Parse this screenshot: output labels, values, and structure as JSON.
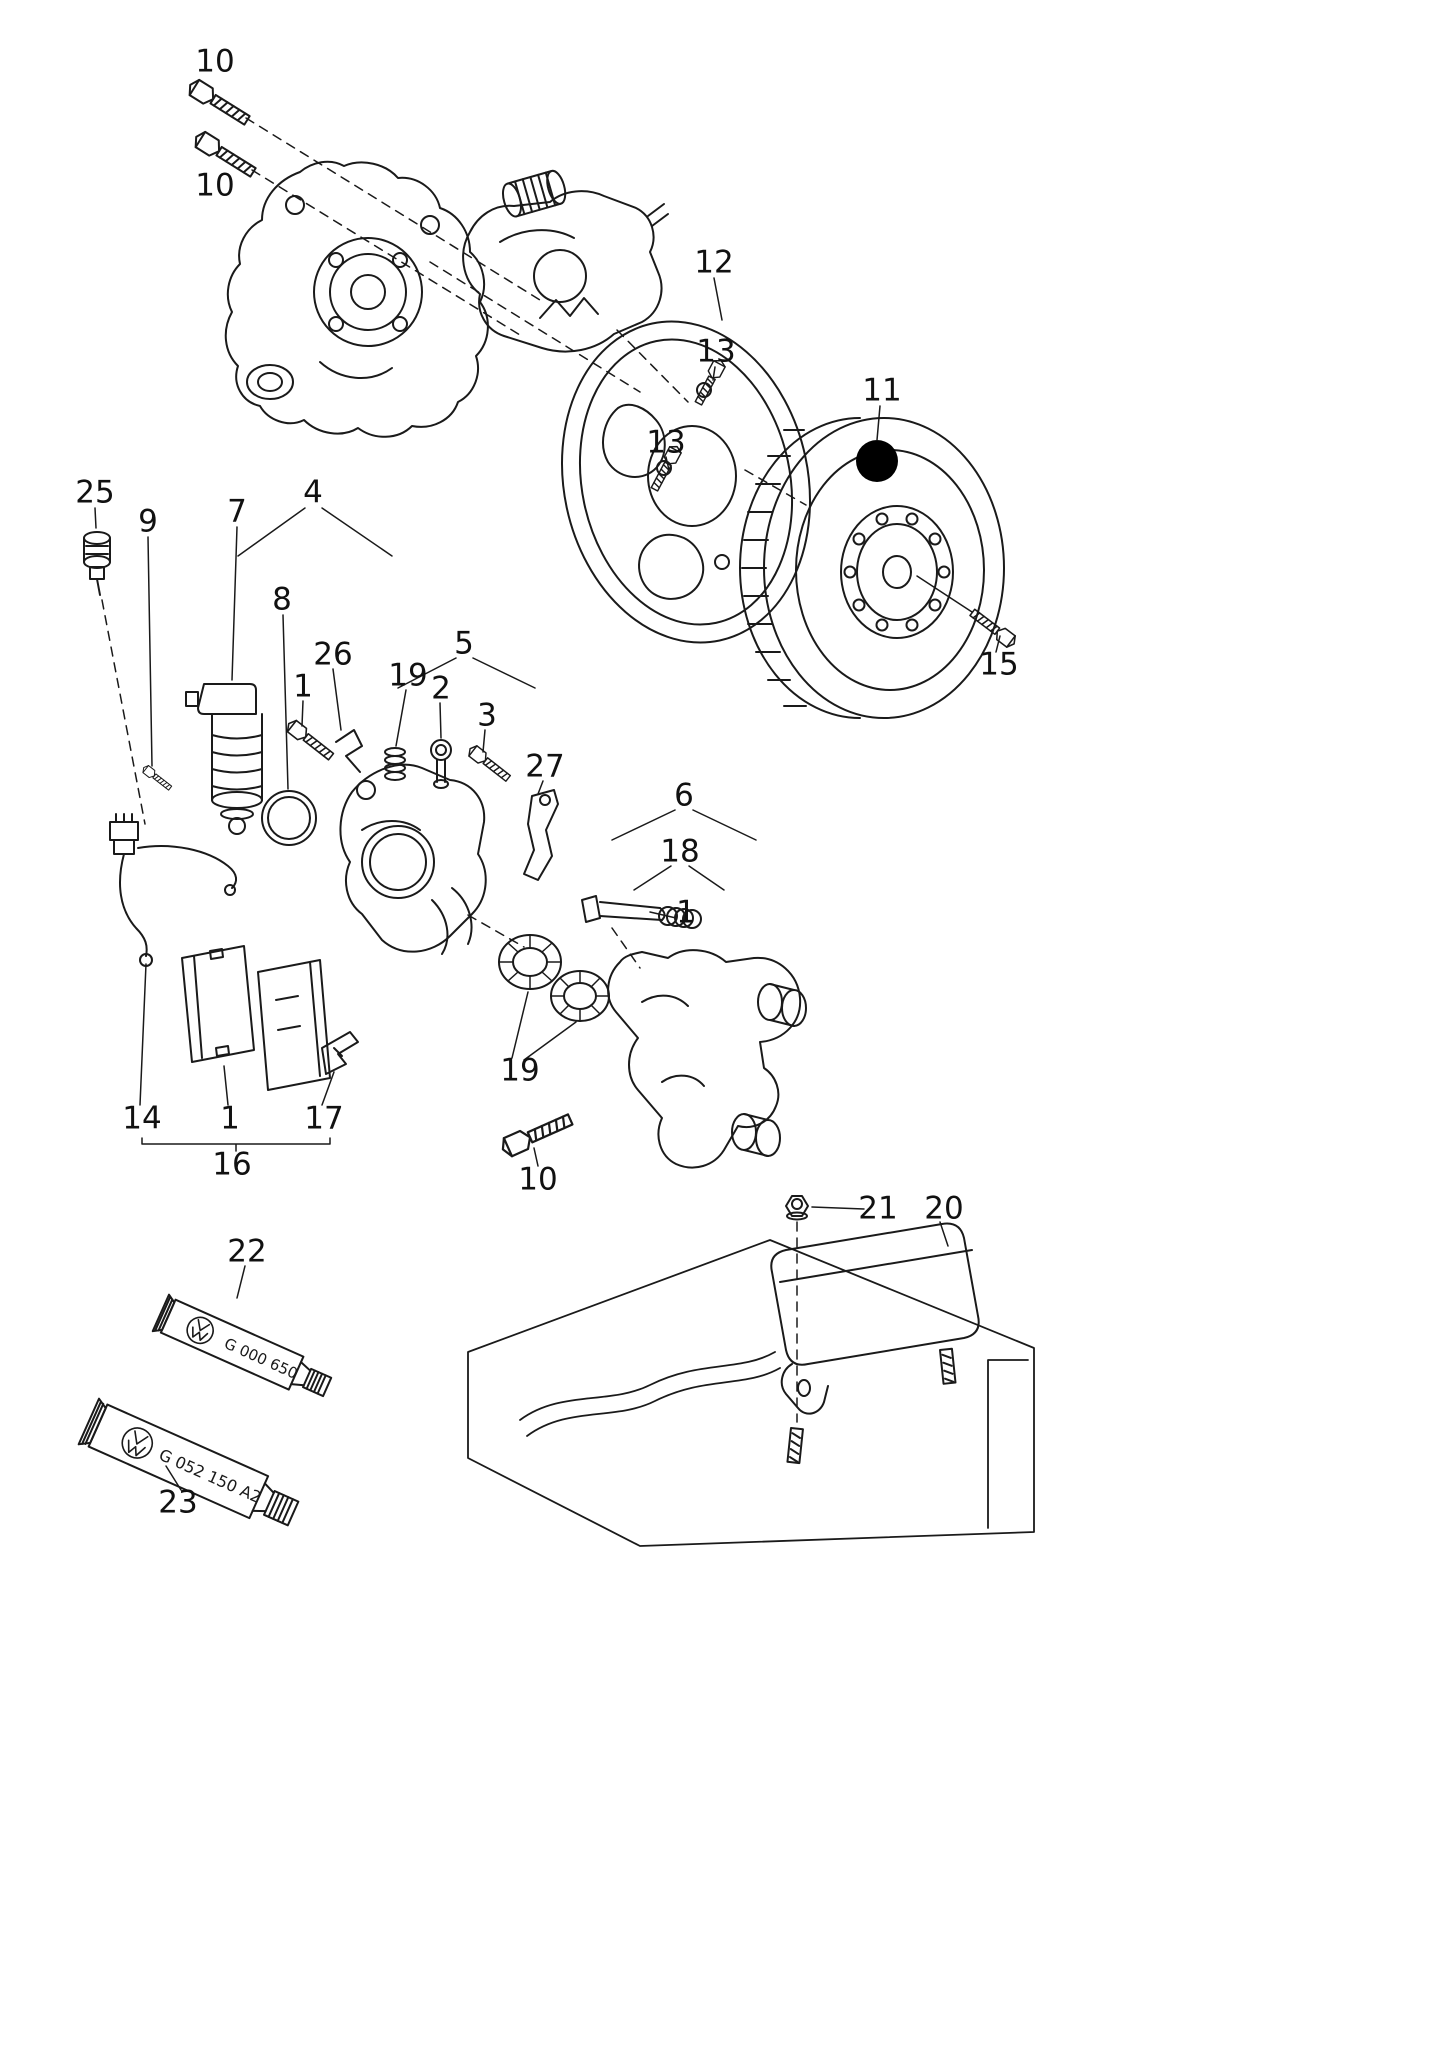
{
  "page": {
    "background": "#ffffff",
    "line_color": "#1a1a1a"
  },
  "diagram": {
    "callouts": [
      {
        "label": "10"
      },
      {
        "label": "10"
      },
      {
        "label": "12"
      },
      {
        "label": "13"
      },
      {
        "label": "13"
      },
      {
        "label": "11"
      },
      {
        "label": "25"
      },
      {
        "label": "9"
      },
      {
        "label": "7"
      },
      {
        "label": "4"
      },
      {
        "label": "8"
      },
      {
        "label": "26"
      },
      {
        "label": "1"
      },
      {
        "label": "19"
      },
      {
        "label": "2"
      },
      {
        "label": "5"
      },
      {
        "label": "3"
      },
      {
        "label": "27"
      },
      {
        "label": "6"
      },
      {
        "label": "18"
      },
      {
        "label": "1"
      },
      {
        "label": "15"
      },
      {
        "label": "14"
      },
      {
        "label": "1"
      },
      {
        "label": "17"
      },
      {
        "label": "16"
      },
      {
        "label": "19"
      },
      {
        "label": "10"
      },
      {
        "label": "21"
      },
      {
        "label": "20"
      },
      {
        "label": "22"
      },
      {
        "label": "23"
      }
    ],
    "tubes": [
      {
        "code": "G 000 650"
      },
      {
        "code": "G 052 150 A2"
      }
    ]
  }
}
